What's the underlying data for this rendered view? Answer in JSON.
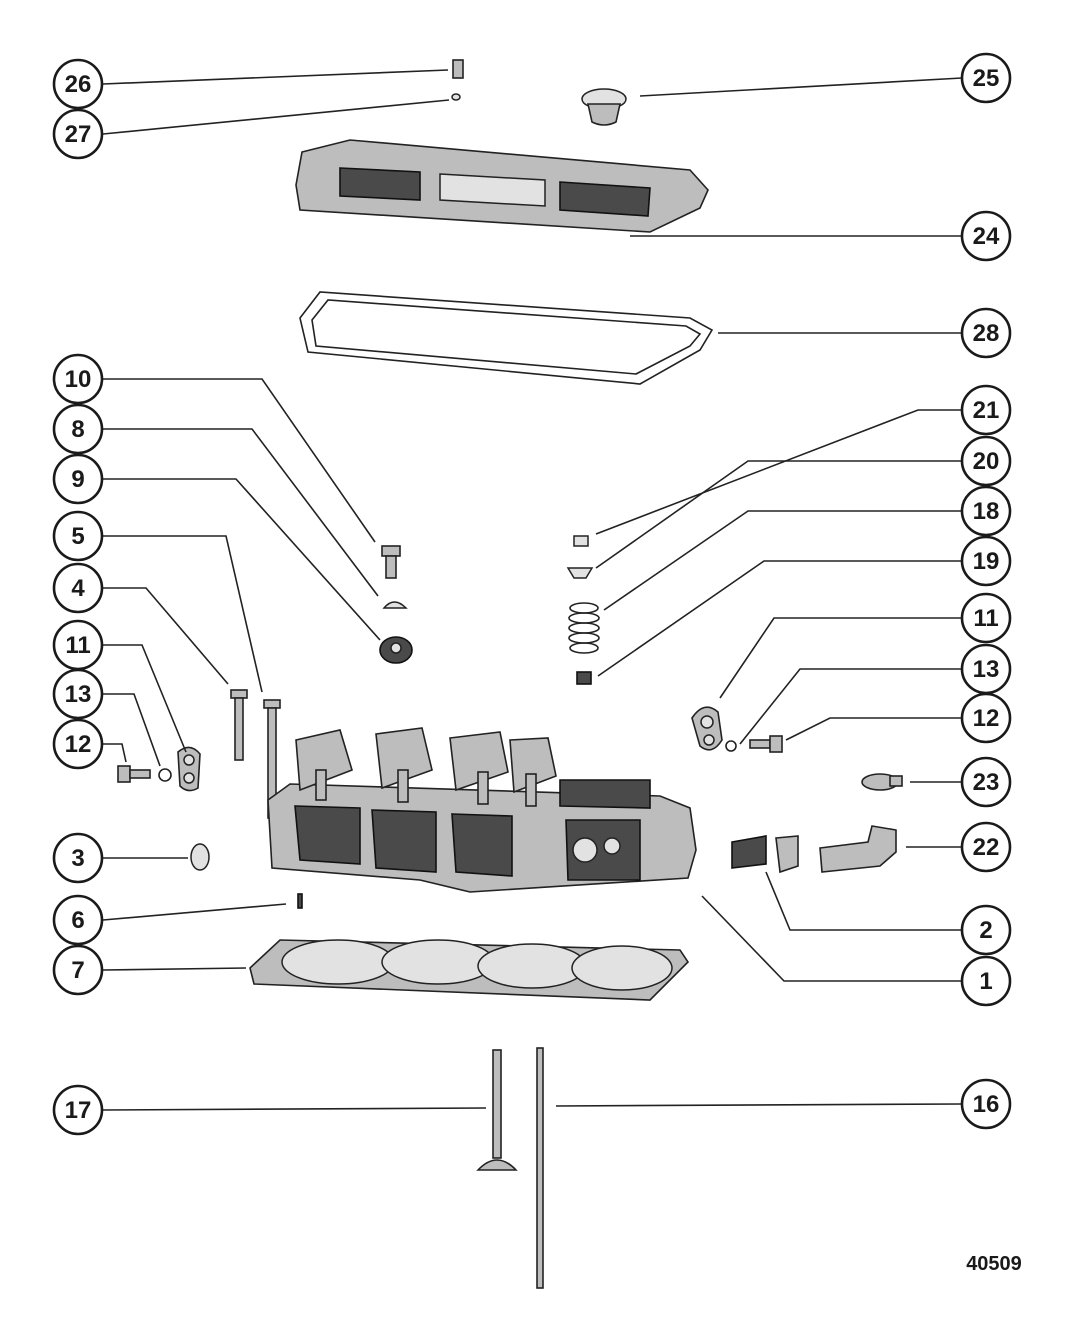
{
  "figure_number": "40509",
  "callouts": {
    "c26": "26",
    "c27": "27",
    "c25": "25",
    "c24": "24",
    "c28": "28",
    "c10": "10",
    "c8": "8",
    "c9": "9",
    "c5": "5",
    "c4": "4",
    "c11_left": "11",
    "c13_left": "13",
    "c12_left": "12",
    "c3": "3",
    "c6": "6",
    "c7": "7",
    "c17": "17",
    "c21": "21",
    "c20": "20",
    "c18": "18",
    "c19": "19",
    "c11_right": "11",
    "c13_right": "13",
    "c12_right": "12",
    "c23": "23",
    "c22": "22",
    "c2": "2",
    "c1": "1",
    "c16": "16"
  }
}
